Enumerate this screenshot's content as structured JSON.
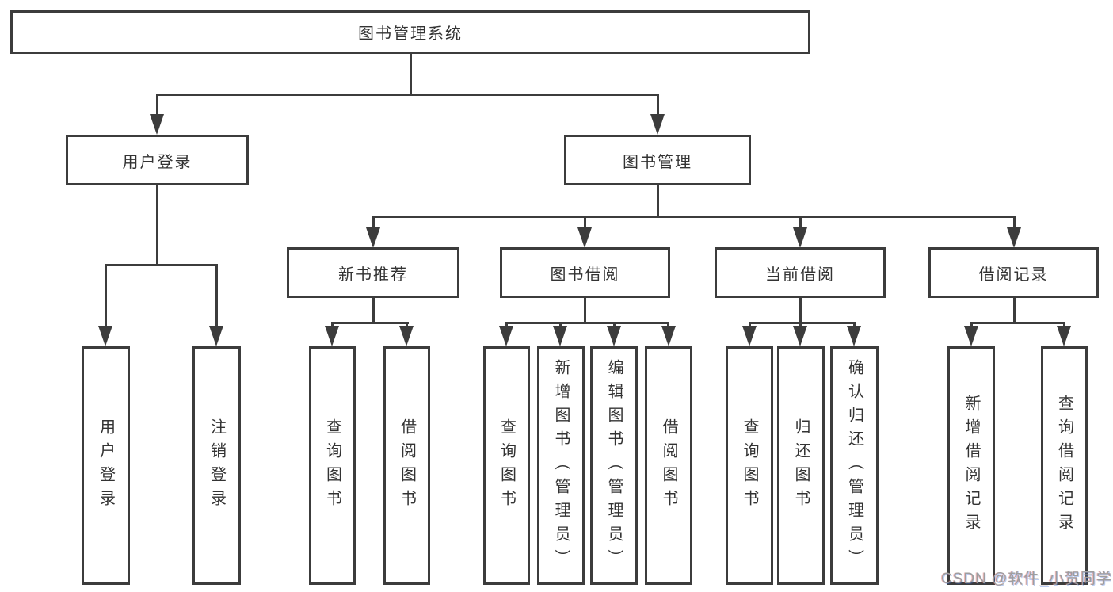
{
  "diagram": {
    "root": {
      "label": "图书管理系统"
    },
    "level2": {
      "user_login": {
        "label": "用户登录"
      },
      "book_management": {
        "label": "图书管理"
      }
    },
    "level3": {
      "new_book_recommendation": {
        "label": "新书推荐"
      },
      "book_borrowing": {
        "label": "图书借阅"
      },
      "current_borrowing": {
        "label": "当前借阅"
      },
      "borrowing_records": {
        "label": "借阅记录"
      }
    },
    "leaves": {
      "user_login": {
        "label": "用户登录"
      },
      "logout": {
        "label": "注销登录"
      },
      "nbr_query_books": {
        "label": "查询图书"
      },
      "nbr_borrow_books": {
        "label": "借阅图书"
      },
      "bb_query_books": {
        "label": "查询图书"
      },
      "bb_add_books_admin": {
        "label": "新增图书（管理员）"
      },
      "bb_edit_books_admin": {
        "label": "编辑图书（管理员）"
      },
      "bb_borrow_books": {
        "label": "借阅图书"
      },
      "cb_query_books": {
        "label": "查询图书"
      },
      "cb_return_books": {
        "label": "归还图书"
      },
      "cb_confirm_return_admin": {
        "label": "确认归还（管理员）"
      },
      "br_add_record": {
        "label": "新增借阅记录"
      },
      "br_query_record": {
        "label": "查询借阅记录"
      }
    }
  },
  "watermark": {
    "text": "CSDN @软件_小贺同学"
  },
  "colors": {
    "line": "#3c3c3c",
    "text": "#333333",
    "watermark": "#9e9e9e",
    "background": "#ffffff"
  }
}
